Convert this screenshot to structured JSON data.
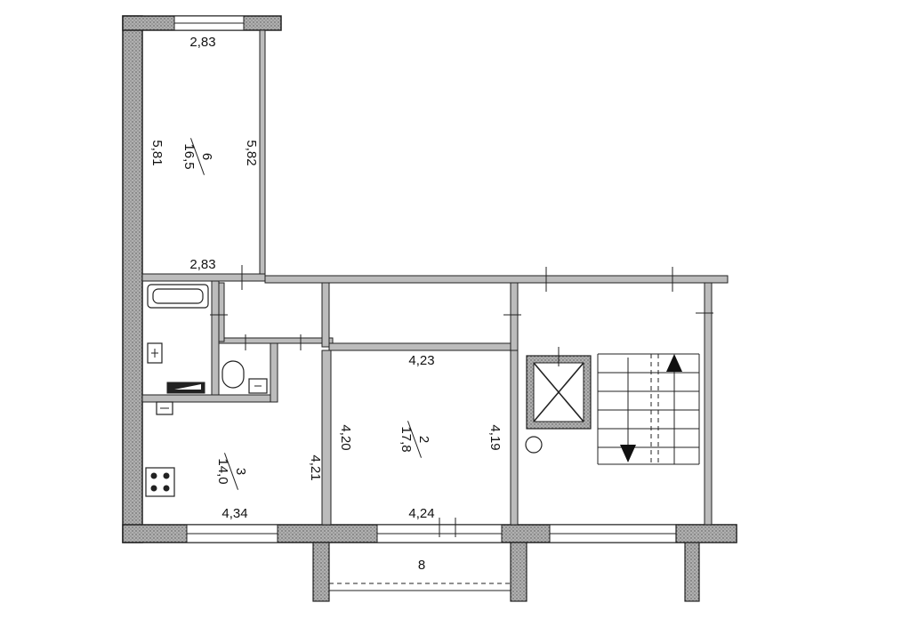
{
  "rooms": [
    {
      "id": "6",
      "number": "6",
      "area": "16,5"
    },
    {
      "id": "3",
      "number": "3",
      "area": "14,0"
    },
    {
      "id": "2",
      "number": "2",
      "area": "17,8"
    },
    {
      "id": "8",
      "number": "8"
    }
  ],
  "dimensions": {
    "room6_top": "2,83",
    "room6_left": "5,81",
    "room6_right": "5,82",
    "room6_bottom": "2,83",
    "room3_right": "4,21",
    "room3_bottom": "4,34",
    "room2_top": "4,23",
    "room2_left": "4,20",
    "room2_right": "4,19",
    "room2_bottom": "4,24"
  },
  "icons": [
    "bathtub-icon",
    "sink-icon",
    "toilet-icon",
    "stove-icon",
    "elevator-icon",
    "stairs-icon"
  ]
}
